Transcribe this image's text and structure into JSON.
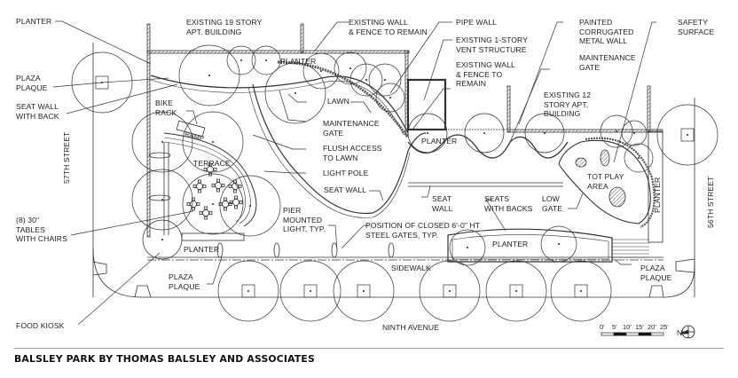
{
  "drawing": {
    "caption": "BALSLEY PARK BY THOMAS BALSLEY AND ASSOCIATES",
    "line_color": "#333333",
    "hatch_color": "#555555"
  },
  "streets": {
    "west": "57TH STREET",
    "east": "56TH STREET",
    "south": "NINTH AVENUE",
    "sidewalk": "SIDEWALK"
  },
  "callouts": {
    "planter_nw": "PLANTER",
    "plaza_plaque_w": "PLAZA\nPLAQUE",
    "seat_wall_back": "SEAT WALL\nWITH BACK",
    "tables": "(8) 30\"\nTABLES\nWITH CHAIRS",
    "food_kiosk": "FOOD KIOSK",
    "plaza_plaque_s": "PLAZA\nPLAQUE",
    "existing_19": "EXISTING 19 STORY\nAPT. BUILDING",
    "existing_wall_1": "EXISTING WALL\n& FENCE TO REMAIN",
    "pipe_wall": "PIPE WALL",
    "vent": "EXISTING 1-STORY\nVENT STRUCTURE",
    "existing_wall_2": "EXISTING WALL\n& FENCE TO\nREMAIN",
    "painted_wall": "PAINTED\nCORRUGATED\nMETAL WALL",
    "maint_gate_e": "MAINTENANCE\nGATE",
    "existing_12": "EXISTING 12\nSTORY APT.\nBUILDING",
    "safety_surface": "SAFETY\nSURFACE",
    "lawn": "LAWN",
    "maint_gate_c": "MAINTENANCE\nGATE",
    "flush_access": "FLUSH ACCESS\nTO LAWN",
    "light_pole": "LIGHT POLE",
    "seat_wall_c": "SEAT WALL",
    "pier_light": "PIER\nMOUNTED\nLIGHT, TYP.",
    "steel_gates": "POSITION OF CLOSED 6'-0\" HT\nSTEEL GATES, TYP.",
    "seat_wall_e": "SEAT\nWALL",
    "seats_backs": "SEATS\nWITH BACKS",
    "low_gate": "LOW\nGATE",
    "tot_play": "TOT PLAY\nAREA",
    "plaza_plaque_e": "PLAZA\nPLAQUE",
    "bike_rack": "BIKE\nRACK",
    "terrace": "TERRACE",
    "ramp": "RAMP"
  },
  "area_labels": {
    "planter_top": "PLANTER",
    "planter_mid": "PLANTER",
    "planter_terrace": "PLANTER",
    "planter_south": "PLANTER",
    "planter_east": "PLANTER"
  },
  "scale_bar": {
    "ticks": [
      "0'",
      "5'",
      "10'",
      "15'",
      "20'",
      "25'"
    ],
    "north_label": "N"
  }
}
